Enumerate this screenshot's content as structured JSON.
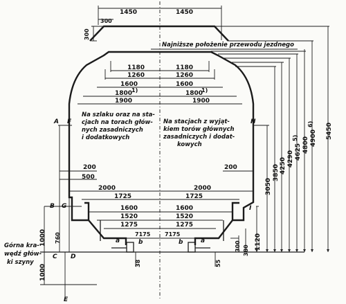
{
  "dims": {
    "top_half_left": "1450",
    "top_half_right": "1450",
    "top_300": "300",
    "side_300": "300",
    "w1180_l": "1180",
    "w1180_r": "1180",
    "w1260_l": "1260",
    "w1260_r": "1260",
    "w1600_l": "1600",
    "w1600_r": "1600",
    "w1800_l": "1800",
    "w1800_r": "1800",
    "w1800_note_l": "1)",
    "w1800_note_r": "1)",
    "w1900_l": "1900",
    "w1900_r": "1900",
    "w200_l": "200",
    "w500_l": "500",
    "w200_r": "200",
    "w2000_l": "2000",
    "w2000_r": "2000",
    "w1725_l": "1725",
    "w1725_r": "1725",
    "w1600b_l": "1600",
    "w1600b_r": "1600",
    "w1520_l": "1520",
    "w1520_r": "1520",
    "w1275_l": "1275",
    "w1275_r": "1275",
    "w7175_l": "7175",
    "w7175_r": "7175",
    "v1000_up": "1000",
    "v1000_down": "1000",
    "v760": "760",
    "v38": "38",
    "v55": "55",
    "v300_low": "300",
    "v380": "380",
    "h1120": "1120",
    "h3050": "3050",
    "h3850": "3850",
    "h4250": "4250",
    "h4290": "4290",
    "h4625": "4625",
    "h4800": "4800",
    "h4900": "4900",
    "h5450": "5450",
    "h4625_note": "5)",
    "h4900_note": "6)"
  },
  "letters": {
    "A": "A",
    "B": "B",
    "C": "C",
    "D": "D",
    "E": "E",
    "F": "F",
    "G": "G",
    "H": "H",
    "I": "I",
    "a_l": "a",
    "b_l": "b",
    "b_r": "b",
    "a_r": "a"
  },
  "labels": {
    "wire": "Najniższe położenie przewodu jezdnego",
    "left_text": [
      "Na szlaku oraz na sta-",
      "cjach na torach głów-",
      "nych zasadniczych",
      "i dodatkowych"
    ],
    "right_text": [
      "Na stacjach z wyjąt-",
      "kiem torów głównych",
      "zasadniczych i dodat-",
      "kowych"
    ],
    "rail_label": [
      "Górna kra-",
      "wędź głów-",
      "ki szyny"
    ]
  }
}
